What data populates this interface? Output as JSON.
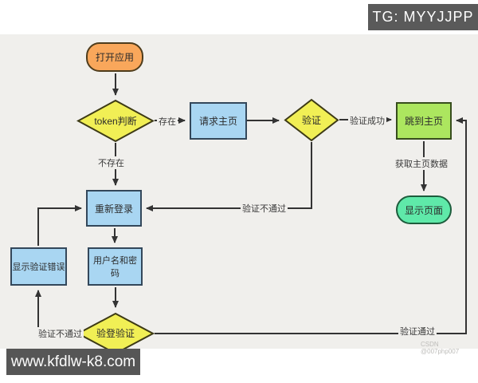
{
  "header": {
    "tg_badge": "TG: MYYJJPP"
  },
  "flowchart": {
    "nodes": {
      "open_app": {
        "label": "打开应用",
        "type": "start"
      },
      "token_check": {
        "label": "token判断",
        "type": "decision"
      },
      "request_home": {
        "label": "请求主页",
        "type": "process"
      },
      "verify": {
        "label": "验证",
        "type": "decision"
      },
      "goto_home": {
        "label": "跳到主页",
        "type": "process"
      },
      "show_page": {
        "label": "显示页面",
        "type": "terminal"
      },
      "relogin": {
        "label": "重新登录",
        "type": "process"
      },
      "show_error": {
        "label": "显示验证错误",
        "type": "process"
      },
      "credentials": {
        "label": "用户名和密码",
        "type": "process"
      },
      "login_verify": {
        "label": "验登验证",
        "type": "decision"
      }
    },
    "edge_labels": {
      "exists": "存在",
      "not_exists": "不存在",
      "verify_success": "验证成功",
      "get_home_data": "获取主页数据",
      "verify_fail_mid": "验证不通过",
      "verify_fail_bottom": "验证不通过",
      "verify_pass": "验证通过"
    },
    "colors": {
      "start_fill": "#f9a75b",
      "decision_fill": "#f1ef55",
      "process_fill": "#a9d6f2",
      "jump_fill": "#ace65f",
      "terminal_fill": "#5fe9a9",
      "edge_stroke": "#333333",
      "canvas_bg": "#f0efec",
      "badge_bg": "#5a5a5a"
    }
  },
  "watermarks": {
    "site": "www.kfdlw-k8.com",
    "credit": "CSDN @007php007"
  }
}
